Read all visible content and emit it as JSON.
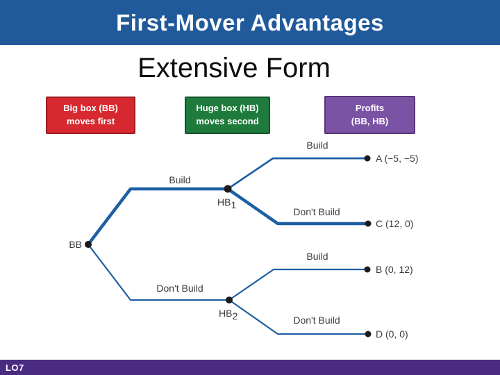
{
  "header": {
    "title": "First-Mover Advantages"
  },
  "subtitle": "Extensive Form",
  "legend_boxes": [
    {
      "name": "big-box-moves-first",
      "lines": [
        "Big box (BB)",
        "moves first"
      ],
      "fill": "#d7282f",
      "border": "#9e1b21"
    },
    {
      "name": "huge-box-moves-second",
      "lines": [
        "Huge box (HB)",
        "moves second"
      ],
      "fill": "#1e7b3c",
      "border": "#14532a"
    },
    {
      "name": "profits",
      "lines": [
        "Profits",
        "(BB, HB)"
      ],
      "fill": "#7b53a5",
      "border": "#563677"
    }
  ],
  "tree": {
    "root_label": "BB",
    "node1": {
      "base": "HB",
      "sub": "1"
    },
    "node2": {
      "base": "HB",
      "sub": "2"
    },
    "branches": {
      "bb_build": "Build",
      "bb_dont": "Don't Build",
      "hb1_build": "Build",
      "hb1_dont": "Don't Build",
      "hb2_build": "Build",
      "hb2_dont": "Don't Build"
    },
    "outcomes": {
      "a": "A (−5, −5)",
      "c": "C (12, 0)",
      "b": "B (0, 12)",
      "d": "D (0, 0)"
    }
  },
  "footer": {
    "label": "LO7"
  },
  "colors": {
    "header_bg": "#215a9b",
    "footer_bg": "#4b2b82",
    "tree_line": "#1e5fa4",
    "label_text": "#3a3a3a"
  }
}
